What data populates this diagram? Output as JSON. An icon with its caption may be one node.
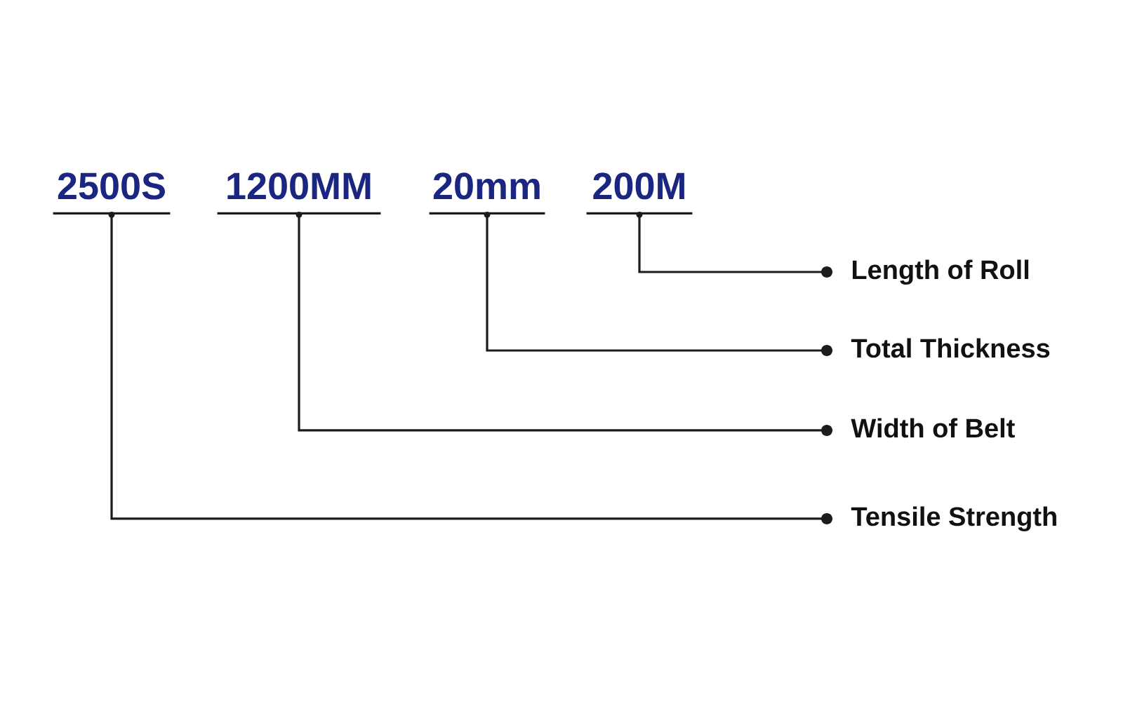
{
  "diagram": {
    "nodes": [
      {
        "text": [
          "2500S"
        ]
      },
      {
        "text": [
          "1200MM"
        ]
      },
      {
        "text": [
          "20mm"
        ]
      },
      {
        "text": [
          "200M"
        ]
      },
      {
        "text": [
          "Length of Roll"
        ]
      },
      {
        "text": [
          "Total Thickness"
        ]
      },
      {
        "text": [
          "Width of Belt"
        ]
      },
      {
        "text": [
          "Tensile Strength"
        ]
      }
    ],
    "edges": [
      {
        "from": 0,
        "to": 7,
        "arrow": "other"
      },
      {
        "from": 1,
        "to": 6,
        "arrow": "other"
      },
      {
        "from": 2,
        "to": 5,
        "arrow": "other"
      },
      {
        "from": 3,
        "to": 4,
        "arrow": "other"
      }
    ]
  }
}
